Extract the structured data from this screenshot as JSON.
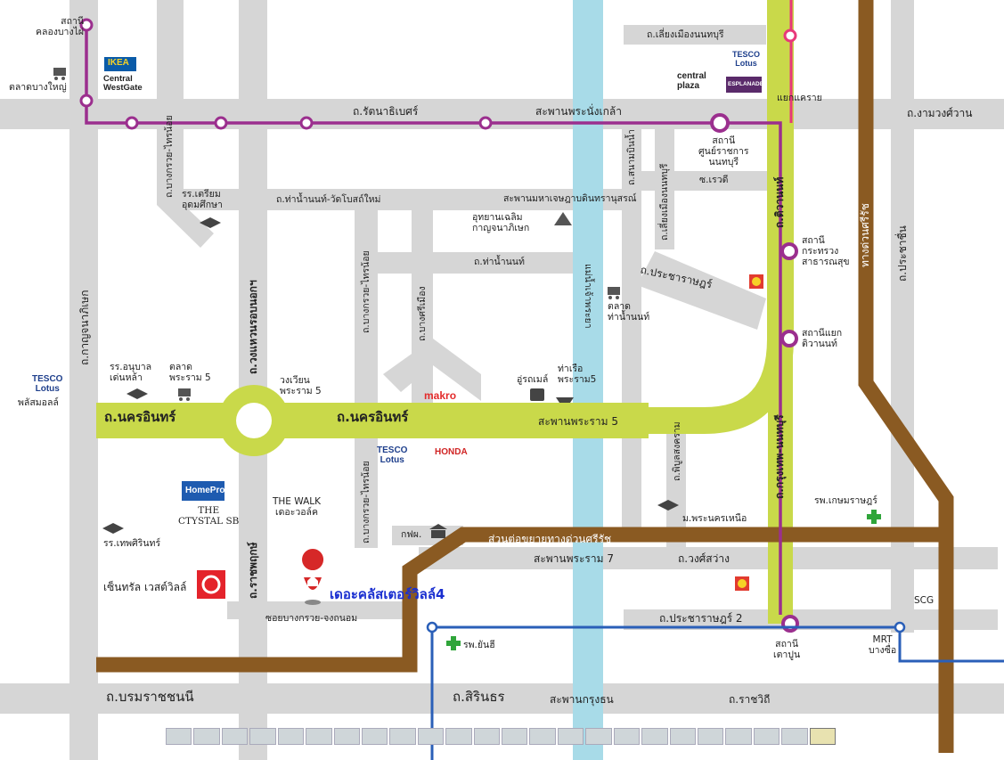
{
  "colors": {
    "road": "#d6d6d6",
    "river": "#a8dbe8",
    "main_road": "#c9d94a",
    "expressway": "#8a5a22",
    "purple_line": "#9b2f8e",
    "pink_line": "#e8387a",
    "blue_line": "#2a5fb8",
    "project": "#1a2fd0",
    "pin": "#d62828"
  },
  "roads": {
    "rattanathibet": "ถ.รัตนาธิเบศร์",
    "rattanathibet_bridge": "สะพานพระนั่งเกล้า",
    "ngamwongwan": "ถ.งามวงศ์วาน",
    "siang_mueang": "ถ.เลี่ยงเมืองนนทบุรี",
    "tha_nam_wat_bot": "ถ.ท่าน้ำนนท์-วัดโบสถ์ใหม่",
    "maha_chesada_bridge": "สะพานมหาเจษฎาบดินทรานุสรณ์",
    "tha_nam_non": "ถ.ท่าน้ำนนท์",
    "pracharat_1": "ถ.ประชาราษฎร์",
    "nakhon_in_left": "ถ.นครอินทร์",
    "nakhon_in_mid": "ถ.นครอินทร์",
    "rama5_bridge": "สะพานพระราม 5",
    "rama7_bridge": "สะพานพระราม 7",
    "wong_sawang": "ถ.วงศ์สว่าง",
    "pracharat_2": "ถ.ประชาราษฎร์ 2",
    "borommaratchachonnani": "ถ.บรมราชชนนี",
    "sirindhorn": "ถ.สิรินธร",
    "krung_thon_bridge": "สะพานกรุงธน",
    "ratchawithi": "ถ.ราชวิถี",
    "soi_bang_kruai": "ซอยบางกรวย-จงถนอม",
    "expressway_ext": "ส่วนต่อขยายทางด่วนศรีรัช",
    "kanchanaphisek": "ถ.กาญจนาภิเษก",
    "bang_kruai_sai_noi_top": "ถ.บางกรวย-ไทรน้อย",
    "bang_kruai_sai_noi_mid": "ถ.บางกรวย-ไทรน้อย",
    "bang_kruai_sai_noi_low": "ถ.บางกรวย-ไทรน้อย",
    "outer_ring": "ถ.วงแหวนรอบนอกฯ",
    "ratchaphruek": "ถ.ราชพฤกษ์",
    "bang_si_mueang": "ถ.บางศรีเมือง",
    "chao_phraya": "แม่น้ำเจ้าพระยา",
    "sanam_bin_nam": "ถ.สนามบินน้ำ",
    "siang_mueang_v": "ถ.เลี่ยงเมืองนนทบุรี",
    "tiwanon": "ถ.ติวานนท์",
    "krungthep_nonthaburi": "ถ.กรุงเทพ-นนทบุรี",
    "phibun_songkhram": "ถ.พิบูลสงคราม",
    "si_rat_expressway": "ทางด่วนศรีรัช",
    "pracha_chuen": "ถ.ประชาชื่น",
    "soi_rewadi": "ซ.เรวดี",
    "khae_rai": "แยกแคราย",
    "rama5_circle": "วงเวียน\nพระราม 5"
  },
  "stations": {
    "khlong_bang_phai": "สถานี\nคลองบางไผ่",
    "government_center": "สถานี\nศูนย์ราชการ\nนนทบุรี",
    "ministry_health": "สถานี\nกระทรวง\nสาธารณสุข",
    "tiwanon_junction": "สถานีแยก\nติวานนท์",
    "tao_poon": "สถานี\nเตาปูน",
    "mrt_bang_sue": "MRT\nบางซื่อ"
  },
  "places": {
    "market_bang_yai": "ตลาดบางใหญ่",
    "ikea": "IKEA",
    "central_westgate": "Central\nWestGate",
    "tesco_top": "TESCO\nLotus",
    "central_plaza": "central\nplaza",
    "esplanade": "ESPLANADE",
    "triam_udom": "รร.เตรียม\nอุดมศึกษา",
    "chalerm_park": "อุทยานเฉลิม\nกาญจนาภิเษก",
    "market_tha_nam": "ตลาด\nท่าน้ำนนท์",
    "anuban": "รร.อนุบาล\nเด่นหล้า",
    "market_rama5": "ตลาด\nพระราม 5",
    "tesco_left": "TESCO\nLotus",
    "plus_mall": "พลัสมอลล์",
    "makro": "makro",
    "ooromail": "อู่รถเมล์",
    "pier_rama5": "ท่าเรือ\nพระราม5",
    "tesco_mid": "TESCO\nLotus",
    "honda": "HONDA",
    "homepro": "HomePro",
    "crystal_sb": "THE\nCTYSTAL SB",
    "the_walk": "THE WALK\nเดอะวอล์ค",
    "thepsirin": "รร.เทพศิรินทร์",
    "central_westville": "เซ็นทรัล เวสต์วิลล์",
    "egat": "กฟผ.",
    "rajabhat": "ม.พระนครเหนือ",
    "kasemrad": "รพ.เกษมราษฎร์",
    "yanhee": "รพ.ยันฮี",
    "scg": "SCG"
  },
  "project_name": "เดอะคลัสเตอร์วิลล์4"
}
